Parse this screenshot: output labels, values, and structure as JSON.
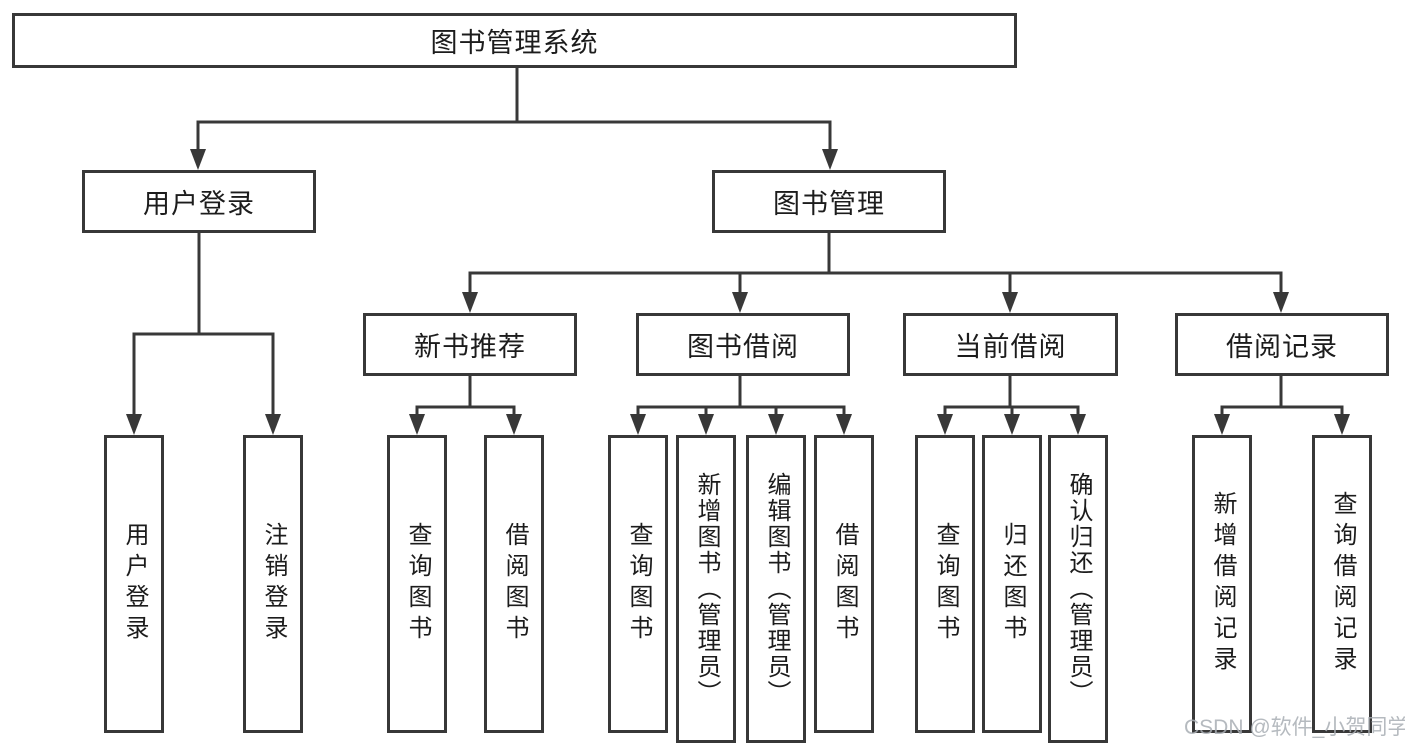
{
  "diagram": {
    "root": {
      "id": "library-system",
      "label": "图书管理系统"
    },
    "level2": [
      {
        "id": "user-login",
        "label": "用户登录",
        "parent": "library-system"
      },
      {
        "id": "book-management",
        "label": "图书管理",
        "parent": "library-system"
      }
    ],
    "level3": [
      {
        "id": "new-book-recommend",
        "label": "新书推荐",
        "parent": "book-management"
      },
      {
        "id": "book-borrow",
        "label": "图书借阅",
        "parent": "book-management"
      },
      {
        "id": "current-borrow",
        "label": "当前借阅",
        "parent": "book-management"
      },
      {
        "id": "borrow-record",
        "label": "借阅记录",
        "parent": "book-management"
      }
    ],
    "leaves": [
      {
        "id": "leaf-user-login",
        "label": "用户登录",
        "parent": "user-login"
      },
      {
        "id": "leaf-logout",
        "label": "注销登录",
        "parent": "user-login"
      },
      {
        "id": "leaf-query-book-1",
        "label": "查询图书",
        "parent": "new-book-recommend"
      },
      {
        "id": "leaf-borrow-book-1",
        "label": "借阅图书",
        "parent": "new-book-recommend"
      },
      {
        "id": "leaf-query-book-2",
        "label": "查询图书",
        "parent": "book-borrow"
      },
      {
        "id": "leaf-add-book-admin",
        "label": "新增图书（管理员）",
        "parent": "book-borrow"
      },
      {
        "id": "leaf-edit-book-admin",
        "label": "编辑图书（管理员）",
        "parent": "book-borrow"
      },
      {
        "id": "leaf-borrow-book-2",
        "label": "借阅图书",
        "parent": "book-borrow"
      },
      {
        "id": "leaf-query-book-3",
        "label": "查询图书",
        "parent": "current-borrow"
      },
      {
        "id": "leaf-return-book",
        "label": "归还图书",
        "parent": "current-borrow"
      },
      {
        "id": "leaf-confirm-return-admin",
        "label": "确认归还（管理员）",
        "parent": "current-borrow"
      },
      {
        "id": "leaf-add-borrow-record",
        "label": "新增借阅记录",
        "parent": "borrow-record"
      },
      {
        "id": "leaf-query-borrow-record",
        "label": "查询借阅记录",
        "parent": "borrow-record"
      }
    ]
  },
  "watermark": {
    "text": "CSDN @软件_小贺同学"
  },
  "colors": {
    "line": "#383838",
    "text": "#1c1c1c",
    "watermark": "#a9aeb4",
    "background": "#ffffff"
  }
}
